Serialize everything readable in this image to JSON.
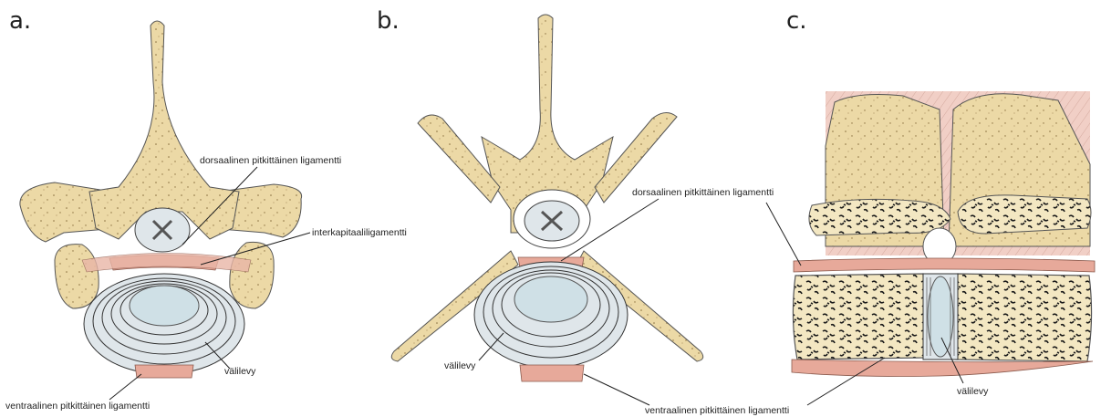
{
  "panels": {
    "a": {
      "letter": "a.",
      "labels": {
        "dorsal": "dorsaalinen pitkittäinen ligamentti",
        "interkap": "interkapitaaliligamentti",
        "disc": "välilevy",
        "ventral": "ventraalinen pitkittäinen ligamentti"
      }
    },
    "b": {
      "letter": "b.",
      "labels": {
        "dorsal": "dorsaalinen pitkittäinen ligamentti",
        "disc": "välilevy",
        "ventral": "ventraalinen pitkittäinen ligamentti"
      }
    },
    "c": {
      "letter": "c.",
      "labels": {
        "disc": "välilevy"
      }
    }
  },
  "colors": {
    "bone": "#ecd9a6",
    "bone_dark": "#d9bf80",
    "ligament": "#e7a99a",
    "disc": "#dfe6ea",
    "nucleus": "#cfe0e6",
    "marrow_bg": "#f3e7c2",
    "muscle": "#f1cfc6"
  }
}
